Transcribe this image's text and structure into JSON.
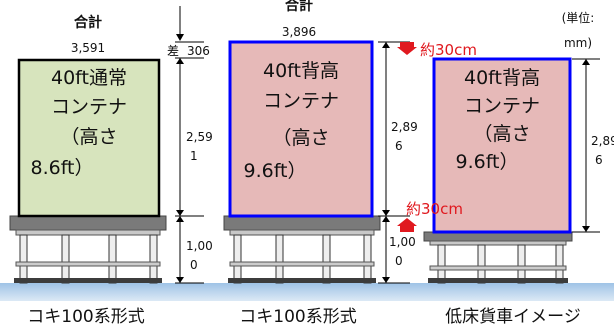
{
  "unit_note": {
    "line1": "(単位:",
    "line2": "mm)"
  },
  "containers": [
    {
      "total_label": "合計",
      "total_value": "3,591",
      "lines": [
        "40ft通常",
        "コンテナ",
        "（高さ",
        "8.6ft）"
      ],
      "height_dim": [
        "2,59",
        "1"
      ],
      "base_dim": [
        "1,00",
        "0"
      ],
      "caption": "コキ100系形式",
      "fill_color": "#d7e4bd",
      "border_color": "#000000"
    },
    {
      "total_label": "合計",
      "total_value": "3,896",
      "lines": [
        "40ft背高",
        "コンテナ",
        "（高さ",
        "9.6ft）"
      ],
      "height_dim": [
        "2,89",
        "6"
      ],
      "base_dim": [
        "1,00",
        "0"
      ],
      "caption": "コキ100系形式",
      "fill_color": "#e6b9b8",
      "border_color": "#0000ff"
    },
    {
      "lines": [
        "40ft背高",
        "コンテナ",
        "（高さ",
        "9.6ft）"
      ],
      "height_dim": [
        "2,89",
        "6"
      ],
      "caption": "低床貨車イメージ",
      "fill_color": "#e6b9b8",
      "border_color": "#0000ff"
    }
  ],
  "difference": {
    "label": "差",
    "value": "306"
  },
  "notes": {
    "top": "約30cm",
    "bottom": "約30cm"
  },
  "colors": {
    "annotation_red": "#e0191f",
    "ground": "#b9d3ea"
  }
}
